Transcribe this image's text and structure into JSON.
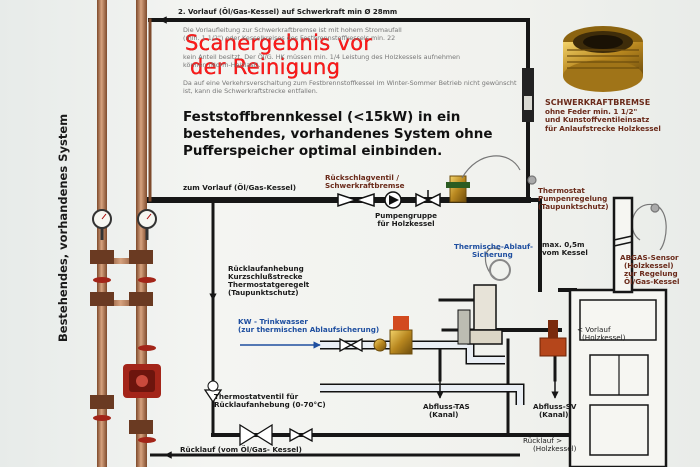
{
  "watermark": {
    "line1": "Scanergebnis vor",
    "line2": "der Reinigung"
  },
  "side_label": "Bestehendes, vorhandenes System",
  "title": {
    "line1": "Feststoffbrennkessel (<15kW) in ein",
    "line2": "bestehendes, vorhandenes System ohne",
    "line3": "Pufferspeicher optimal einbinden."
  },
  "top_note": {
    "heading": "2. Vorlauf (Öl/Gas-Kessel) auf Schwerkraft min Ø 28mm",
    "l1": "Die Vorlaufleitung zur Schwerkraftbremse ist mit hohem Stromaufall",
    "l2": "(min. 1 1/2\") oder Kesselkreises des Festbrennstoffkessels min. 22",
    "l3": "kein Anteil besitzt. Der Öl/G. HK müssen min. 1/4 Leistung des Holzkessels aufnehmen",
    "l4": "können (Norm-Heizlast).",
    "l5": "Da auf eine Verkehrsverschaltung zum Festbrennstoffkessel im Winter-Sommer Betrieb nicht gewünscht",
    "l6": "ist, kann die Schwerkraftstrecke entfallen."
  },
  "labels": {
    "schwerkraftbremse": [
      "SCHWERKRAFTBREMSE",
      "ohne Feder min. 1 1/2\"",
      "und Kunstoffventileinsatz",
      "für Anlaufstrecke Holzkessel"
    ],
    "vorlauf_oel_gas": "zum Vorlauf (Öl/Gas-Kessel)",
    "rueckschlagventil": [
      "Rückschlagventil /",
      "Schwerkraftbremse"
    ],
    "pumpengruppe": [
      "Pumpengruppe",
      "für Holzkessel"
    ],
    "thermostat": [
      "Thermostat",
      "Pumpenregelung",
      "(Taupunktschutz)"
    ],
    "ablauf_sicherung": [
      "Thermische-Ablauf-",
      "Sicherung"
    ],
    "max_kessel": [
      "max. 0,5m",
      "vom Kessel"
    ],
    "abgas_sensor": [
      "ABGAS-Sensor",
      "(Holzkessel)",
      "zur Regelung",
      "Öl/Gas-Kessel"
    ],
    "ruecklaufanhebung": [
      "Rücklaufanhebung",
      "Kurzschlußstrecke",
      "Thermostatgeregelt",
      "(Taupunktschutz)"
    ],
    "kw_trinkwasser": [
      "KW - Trinkwasser",
      "(zur thermischen Ablaufsicherung)"
    ],
    "vorlauf_holzkessel": [
      "< Vorlauf",
      "(Holzkessel)"
    ],
    "thermostatventil": [
      "Thermostatventil für",
      "Rücklaufanhebung (0-70°C)"
    ],
    "abfluss_tas": [
      "Abfluss-TAS",
      "(Kanal)"
    ],
    "abfluss_sv": [
      "Abfluss-SV",
      "(Kanal)"
    ],
    "ruecklauf_oel_gas": "Rücklauf (vom Öl/Gas- Kessel)",
    "ruecklauf_holzkessel": [
      "Rücklauf  >",
      "(Holzkessel)"
    ]
  },
  "colors": {
    "pipe_copper": "#b07a57",
    "pipe_copper_dark": "#7e4a2c",
    "pipe_black": "#161616",
    "cold_water": "#cfd8e8",
    "brass": "#c9a23a",
    "red_text": "#ff1a1a",
    "pump_red": "#a32519"
  }
}
